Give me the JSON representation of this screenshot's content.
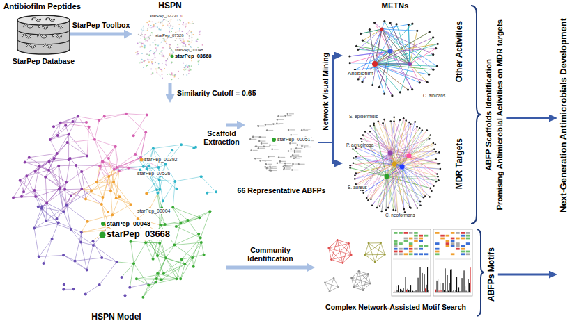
{
  "diagram": {
    "nodes": [
      {
        "text": [
          "Antibiofilm Peptides",
          "StarPep Database"
        ]
      },
      {
        "text": [
          "HSPN"
        ]
      },
      {
        "text": [
          "HSPN Model"
        ]
      },
      {
        "text": [
          "66 Representative ABFPs"
        ]
      },
      {
        "text": [
          "METNs",
          "Other Activities"
        ]
      },
      {
        "text": [
          "MDR Targets"
        ]
      },
      {
        "text": [
          "Complex Network-Assisted Motif Search"
        ]
      },
      {
        "text": [
          "ABFP Scaffolds Identification",
          "Promising Antimicrobial Activities on MDR targets"
        ]
      },
      {
        "text": [
          "ABFPs Motifs"
        ]
      },
      {
        "text": [
          "Next-Generation Antimicrobials Development"
        ]
      }
    ],
    "edges": [
      {
        "from": 0,
        "to": 1,
        "label": "StarPep Toolbox",
        "arrow": "to"
      },
      {
        "from": 1,
        "to": 2,
        "label": "Similarity Cutoff = 0.65",
        "arrow": "to"
      },
      {
        "from": 2,
        "to": 3,
        "label": "Scaffold Extraction",
        "arrow": "to"
      },
      {
        "from": 3,
        "to": 4,
        "label": "Network Visual Mining",
        "arrow": "to"
      },
      {
        "from": 3,
        "to": 5,
        "arrow": "to"
      },
      {
        "from": 2,
        "to": 6,
        "label": "Community Identification",
        "arrow": "to"
      },
      {
        "from": 7,
        "to": 9,
        "arrow": "to"
      },
      {
        "from": 8,
        "to": 9,
        "arrow": "to"
      }
    ],
    "labels": [
      "starPep_02231",
      "starPep_07526",
      "starPep_00048",
      "starPep_03668",
      "starPep_00392",
      "starPep_07526",
      "starPep_00004",
      "starPep_00048",
      "starPep_03668",
      "starPep_00051",
      "Antibiofilm",
      "C. albicans",
      "S. epidermidis",
      "P. aeruginosa",
      "S. aureus",
      "C. neoformans"
    ]
  }
}
